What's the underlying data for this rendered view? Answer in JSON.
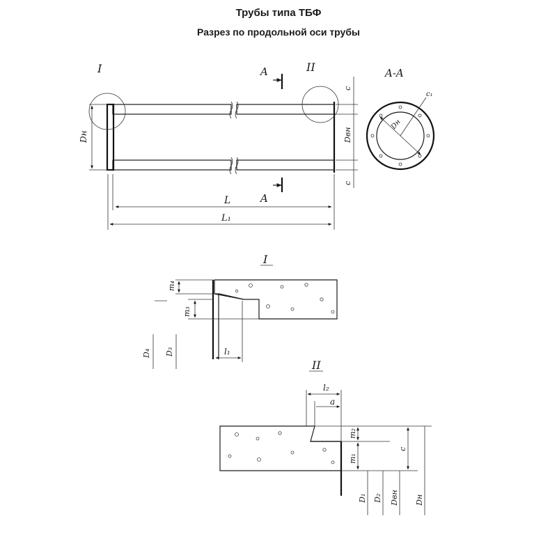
{
  "title": "Трубы типа ТБФ",
  "subtitle": "Разрез по продольной оси трубы",
  "labels": {
    "detail_one_marker": "I",
    "detail_two_marker": "II",
    "section_arrow": "A",
    "section_title": "A-A",
    "length_inner": "L",
    "length_outer": "L₁",
    "diam_outer": "Dн",
    "diam_inner_main": "Dвн",
    "wall": "c",
    "wall_section": "c₁",
    "m4": "m₄",
    "m3": "m₃",
    "m2": "m₂",
    "m1": "m₁",
    "l1": "l₁",
    "l2": "l₂",
    "a": "a",
    "D4": "D₄",
    "D3": "D₃",
    "D1": "D₁",
    "D2": "D₂",
    "Dvn": "Dвн",
    "Dn": "Dн",
    "c": "c"
  },
  "colors": {
    "ink": "#1a1a1a",
    "concrete": "#e9e9e9"
  }
}
